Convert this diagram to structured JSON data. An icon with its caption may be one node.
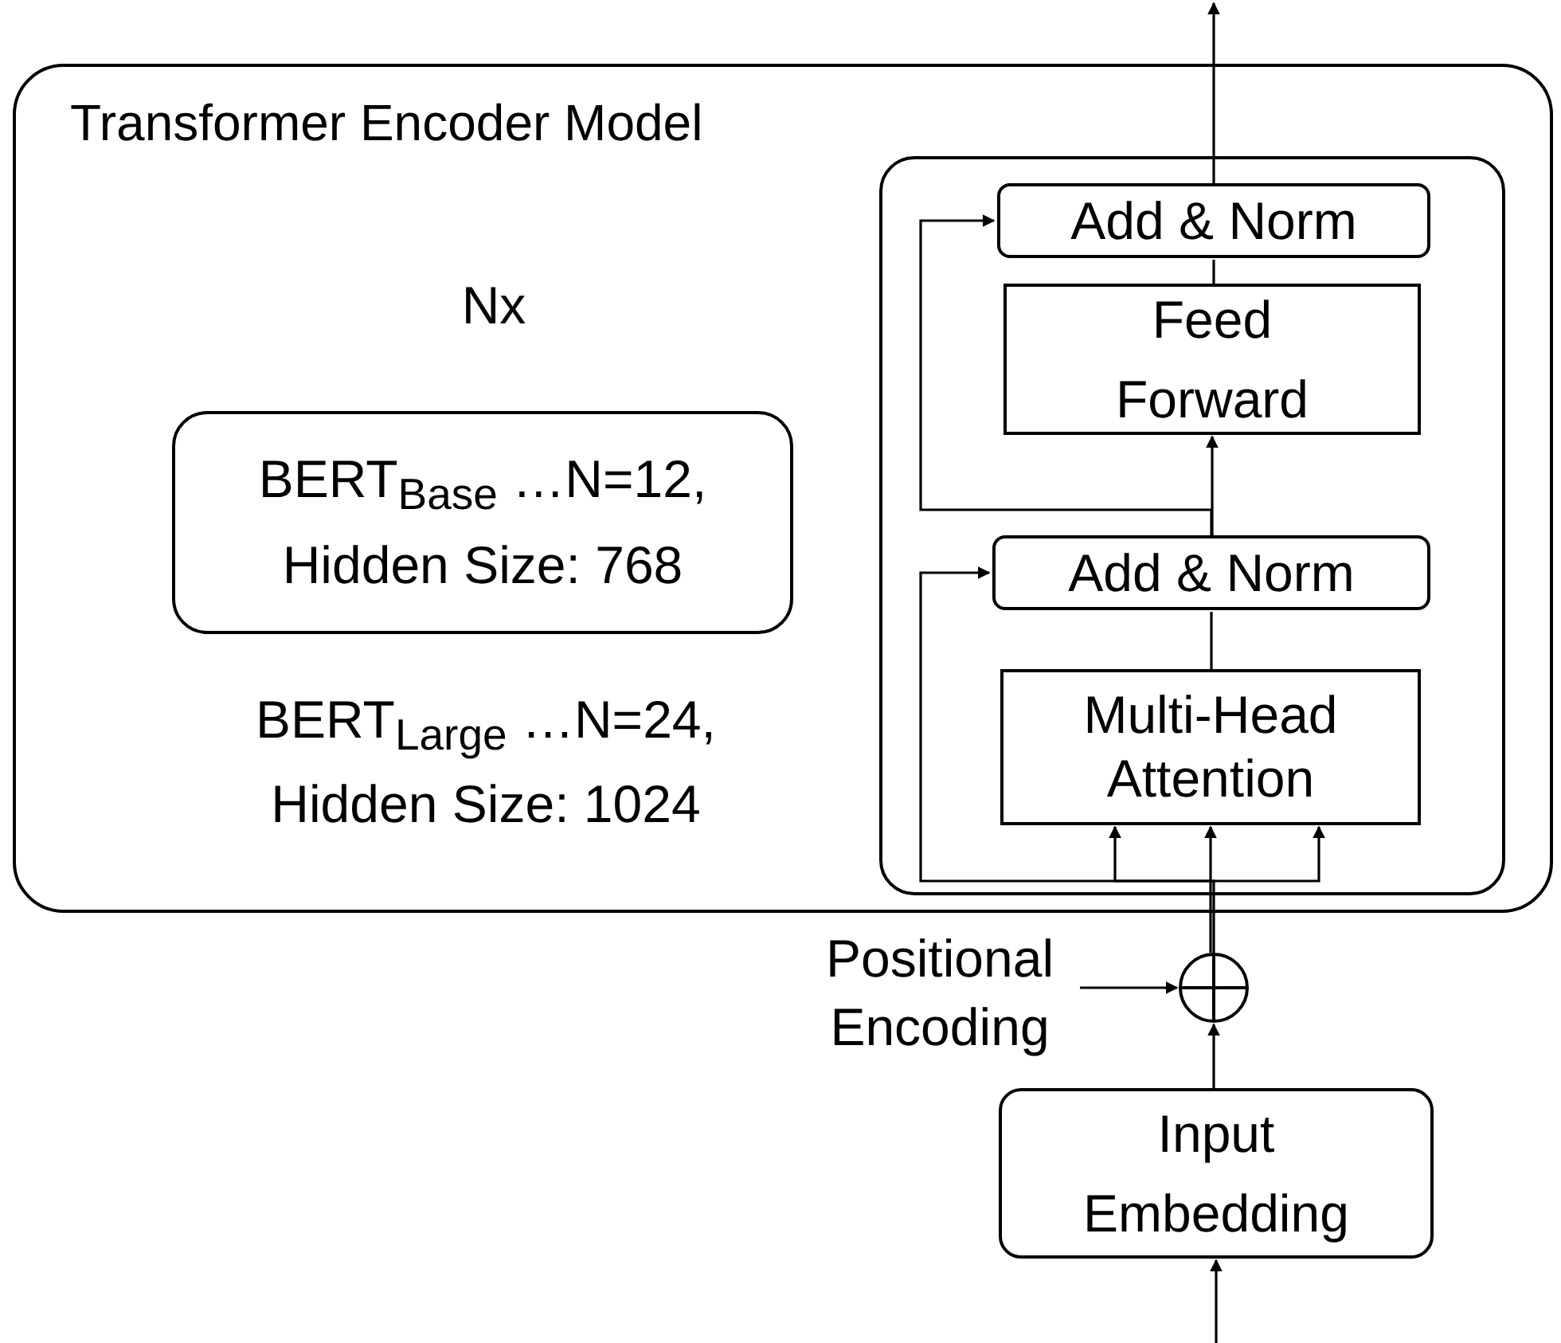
{
  "diagram": {
    "nodes": [
      {
        "text": [
          "Transformer Encoder Model"
        ]
      },
      {
        "text": [
          "BERT$_{Base}$ …N=12, Hidden Size: 768"
        ],
        "in": 0
      },
      {
        "text": [],
        "shape": "box",
        "in": 0
      },
      {
        "text": [
          "Add & Norm"
        ],
        "in": 2
      },
      {
        "text": [
          "Feed Forward"
        ],
        "in": 2
      },
      {
        "text": [
          "Add & Norm"
        ],
        "in": 2
      },
      {
        "text": [
          "Multi-Head Attention"
        ],
        "in": 2
      },
      {
        "text": [
          "Positional Encoding"
        ]
      },
      {
        "text": [],
        "shape": "circle"
      },
      {
        "text": [
          "Input Embedding"
        ]
      }
    ],
    "edges": [
      {
        "from": null,
        "to": 9,
        "arrow": "to"
      },
      {
        "from": 9,
        "to": 8,
        "arrow": "to"
      },
      {
        "from": 7,
        "to": 8,
        "arrow": "to"
      },
      {
        "from": 8,
        "to": 6,
        "arrow": "to"
      },
      {
        "from": 8,
        "to": 5,
        "arrow": "to"
      },
      {
        "from": 6,
        "to": 5,
        "arrow": "none"
      },
      {
        "from": 5,
        "to": 4,
        "arrow": "to"
      },
      {
        "from": 5,
        "to": 3,
        "arrow": "to"
      },
      {
        "from": 4,
        "to": 3,
        "arrow": "none"
      },
      {
        "from": 3,
        "to": null,
        "arrow": "to"
      }
    ],
    "labels": [
      "Nx",
      "BERT$_{Large}$ …N=24, Hidden Size: 1024"
    ]
  }
}
